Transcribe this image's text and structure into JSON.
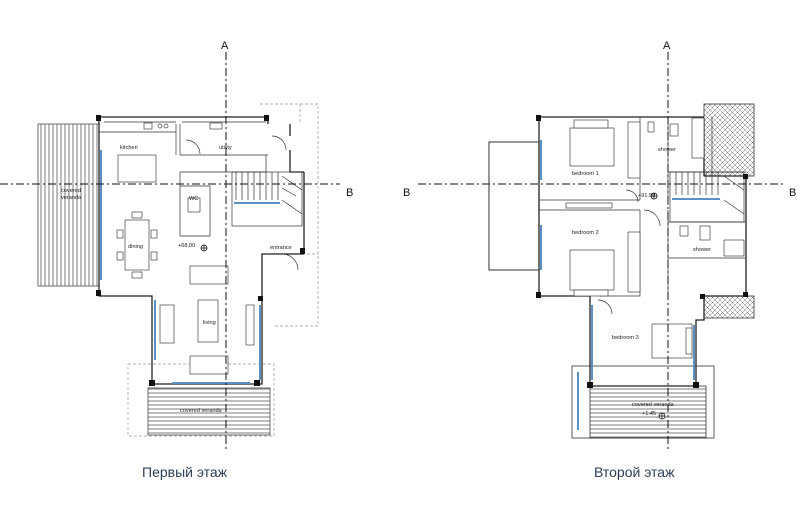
{
  "axes": {
    "a": "A",
    "b": "B"
  },
  "floor1": {
    "caption": "Первый этаж",
    "rooms": {
      "kitchen": "kitchen",
      "utility": "utility",
      "veranda_side_line1": "covered",
      "veranda_side_line2": "veranda",
      "wc": "WC",
      "dining": "dining",
      "entrance": "entrance",
      "living": "living",
      "veranda_bottom": "covered veranda"
    },
    "level": "+68.00"
  },
  "floor2": {
    "caption": "Второй этаж",
    "rooms": {
      "bedroom1": "bedroom 1",
      "bedroom2": "bedroom 2",
      "bedroom3": "bedroom 3",
      "shower1": "shower",
      "shower2": "shower",
      "veranda": "covered veranda"
    },
    "level": "+91.50",
    "level_veranda": "+1.45"
  }
}
